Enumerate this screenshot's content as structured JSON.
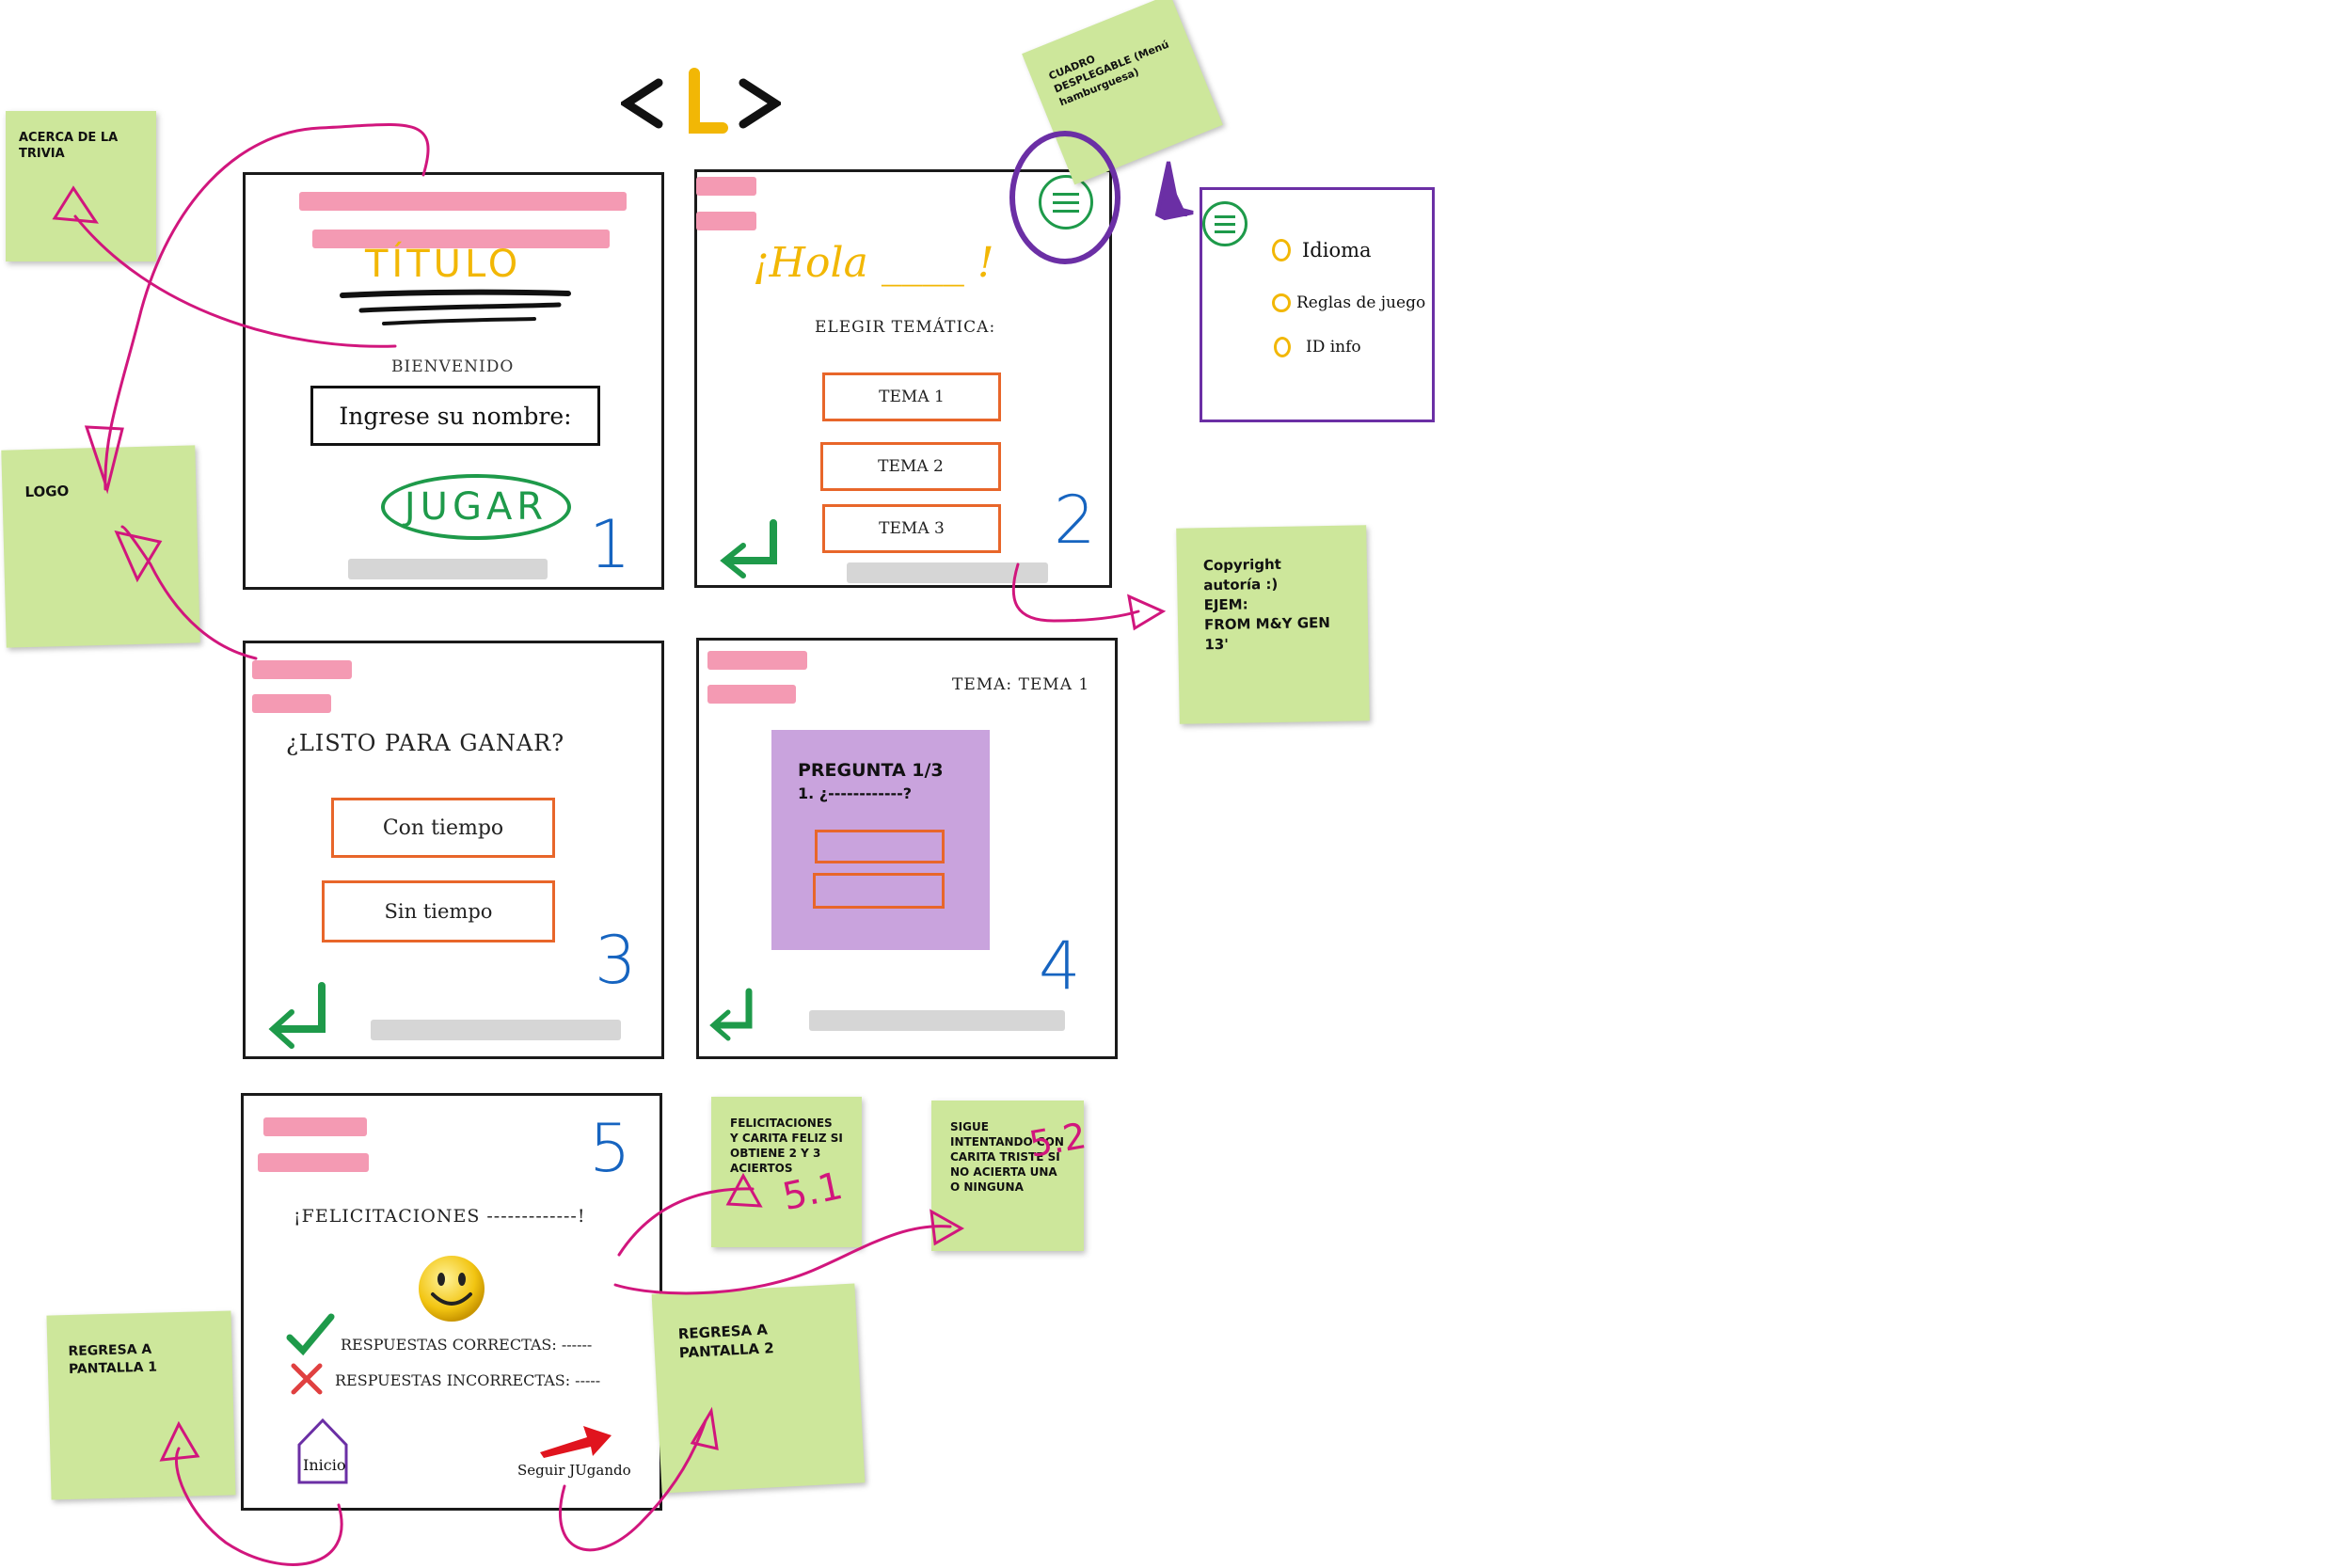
{
  "logo_text": "<L>",
  "screen1": {
    "title": "TÍTULO",
    "welcome": "BIENVENIDO",
    "name_field": "Ingrese su nombre:",
    "play_button": "JUGAR",
    "number": "1"
  },
  "screen2": {
    "greeting": "¡Hola ____ !",
    "choose_topic": "ELEGIR TEMÁTICA:",
    "topics": [
      "TEMA 1",
      "TEMA 2",
      "TEMA 3"
    ],
    "number": "2"
  },
  "menu_panel": {
    "items": [
      "Idioma",
      "Reglas de juego",
      "ID info"
    ]
  },
  "screen3": {
    "heading": "¿LISTO PARA GANAR?",
    "options": [
      "Con tiempo",
      "Sin tiempo"
    ],
    "number": "3"
  },
  "screen4": {
    "topic_label": "TEMA: TEMA 1",
    "question_title": "PREGUNTA 1/3",
    "question_text": "1. ¿------------?",
    "number": "4"
  },
  "screen5": {
    "congrats": "¡FELICITACIONES -------------!",
    "correct": "RESPUESTAS CORRECTAS: ------",
    "incorrect": "RESPUESTAS INCORRECTAS: -----",
    "home": "Inicio",
    "continue": "Seguir JUgando",
    "number": "5"
  },
  "notes": {
    "about": "ACERCA DE LA TRIVIA",
    "logo": "LOGO",
    "dropdown": "CUADRO DESPLEGABLE (Menú hamburguesa)",
    "copyright_lines": [
      "Copyright",
      "autoría :)",
      "EJEM:",
      "FROM M&Y GEN",
      "13'"
    ],
    "happy": "FELICITACIONES Y CARITA FELIZ SI OBTIENE 2 Y 3 ACIERTOS",
    "sad": "SIGUE INTENTANDO CON CARITA TRISTE SI NO ACIERTA UNA O NINGUNA",
    "back1": "REGRESA  A PANTALLA 1",
    "back2": "REGRESA A PANTALLA 2",
    "tag_happy": "5.1",
    "tag_sad": "5.2"
  },
  "colors": {
    "sticky": "#cde79b",
    "pink_bar": "#f49ab3",
    "orange_button": "#e8662a",
    "question_box": "#c9a3dd",
    "magenta_arrow": "#d1167d",
    "purple": "#6b2fa5",
    "green": "#1e9a4a",
    "yellow": "#f2b705",
    "blue_number": "#1664c0"
  }
}
